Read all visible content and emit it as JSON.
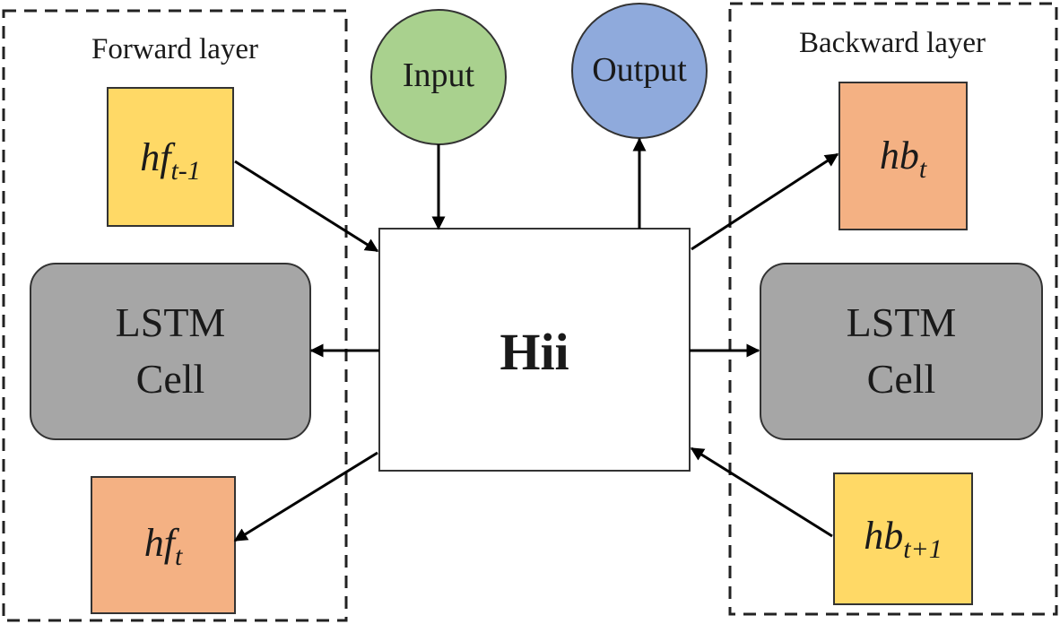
{
  "forward_layer": {
    "title": "Forward layer",
    "prev_state": {
      "main": "hf",
      "sub": "t-1",
      "color": "#FFD966"
    },
    "lstm": {
      "line1": "LSTM",
      "line2": "Cell",
      "color": "#A6A6A6"
    },
    "curr_state": {
      "main": "hf",
      "sub": "t",
      "color": "#F4B183"
    }
  },
  "backward_layer": {
    "title": "Backward layer",
    "curr_state": {
      "main": "hb",
      "sub": "t",
      "color": "#F4B183"
    },
    "lstm": {
      "line1": "LSTM",
      "line2": "Cell",
      "color": "#A6A6A6"
    },
    "next_state": {
      "main": "hb",
      "sub": "t+1",
      "color": "#FFD966"
    }
  },
  "input_node": {
    "label": "Input",
    "color": "#A9D18E"
  },
  "output_node": {
    "label": "Output",
    "color": "#8FAADC"
  },
  "center_node": {
    "label": "Hii"
  }
}
